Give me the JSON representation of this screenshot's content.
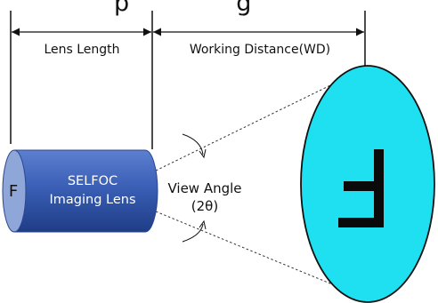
{
  "heading_partial": "p              g",
  "dimensions": {
    "lens_length": "Lens Length",
    "working_distance": "Working Distance(WD)"
  },
  "lens": {
    "face_letter": "F",
    "label_line1": "SELFOC",
    "label_line2": "Imaging Lens",
    "color": "#3a5fb5",
    "face_color": "#8fa6d8"
  },
  "view_angle": {
    "line1": "View Angle",
    "line2": "(2θ)"
  },
  "image": {
    "color": "#1ee0f0",
    "letter_shape": "inverted-F"
  }
}
